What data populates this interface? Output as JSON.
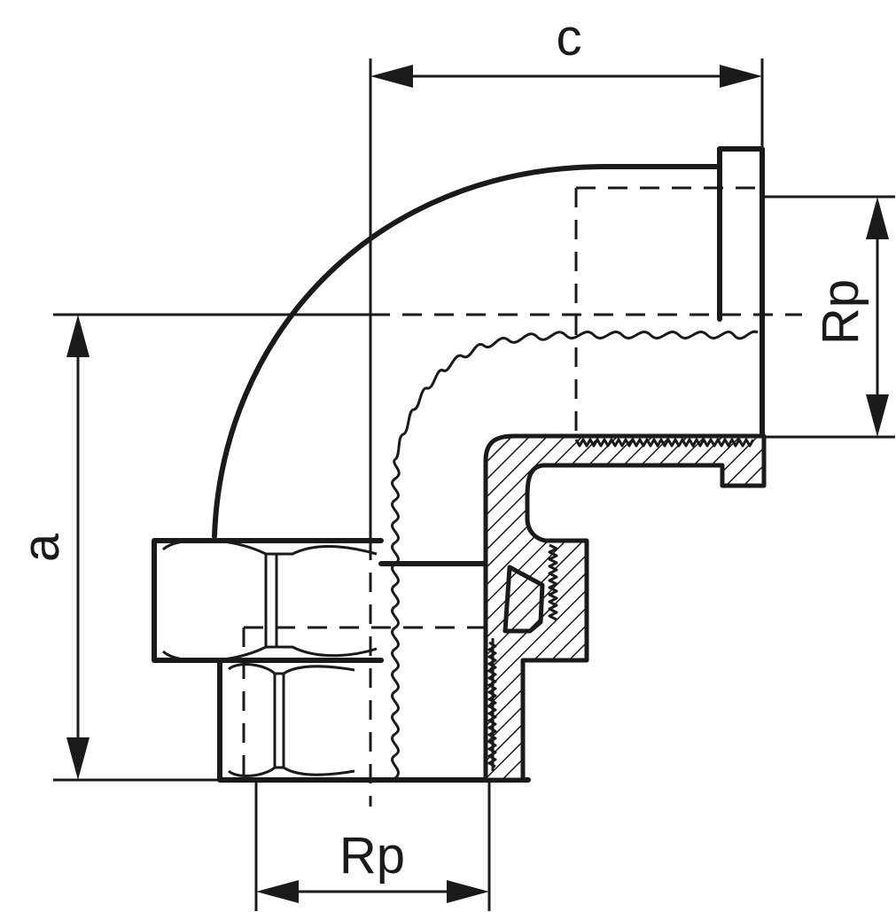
{
  "dimensions": {
    "top_width_label": "c",
    "vertical_height_label": "a",
    "right_thread_label": "Rp",
    "bottom_thread_label": "Rp"
  },
  "colors": {
    "line": "#1a1a1a",
    "background": "#ffffff"
  }
}
